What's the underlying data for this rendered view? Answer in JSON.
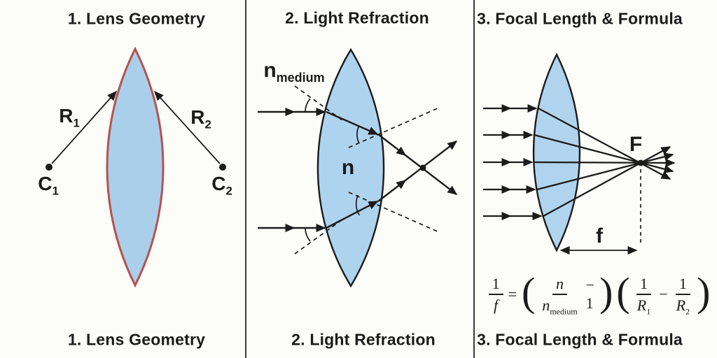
{
  "colors": {
    "background": "#fcfcf9",
    "divider": "#3b3b3b",
    "ink": "#1b1b1b",
    "lens_fill_blue": "#a9cfeb",
    "lens_outline_red": "#b5534e",
    "lens_outline_dark": "#1b1b1b"
  },
  "panels": [
    {
      "title": "1. Lens Geometry",
      "caption": "1. Lens Geometry",
      "labels": {
        "r1": {
          "base": "R",
          "sub": "1"
        },
        "r2": {
          "base": "R",
          "sub": "2"
        },
        "c1": {
          "base": "C",
          "sub": "1"
        },
        "c2": {
          "base": "C",
          "sub": "2"
        }
      }
    },
    {
      "title": "2. Light Refraction",
      "caption": "2. Light Refraction",
      "labels": {
        "n_medium": {
          "base": "n",
          "sub": "medium"
        },
        "n_lens": "n"
      }
    },
    {
      "title": "3. Focal Length & Formula",
      "caption": "3. Focal Length & Formula",
      "labels": {
        "focal_point": "F",
        "focal_length": "f"
      },
      "formula": {
        "lhs_num": "1",
        "lhs_den": "f",
        "equals": "=",
        "open_paren": "(",
        "close_paren": ")",
        "ratio_num": "n",
        "ratio_den_base": "n",
        "ratio_den_sub": "medium",
        "minus": "−",
        "one": "1",
        "r1_num": "1",
        "r1_den_base": "R",
        "r1_den_sub": "1",
        "r2_num": "1",
        "r2_den_base": "R",
        "r2_den_sub": "2"
      }
    }
  ]
}
